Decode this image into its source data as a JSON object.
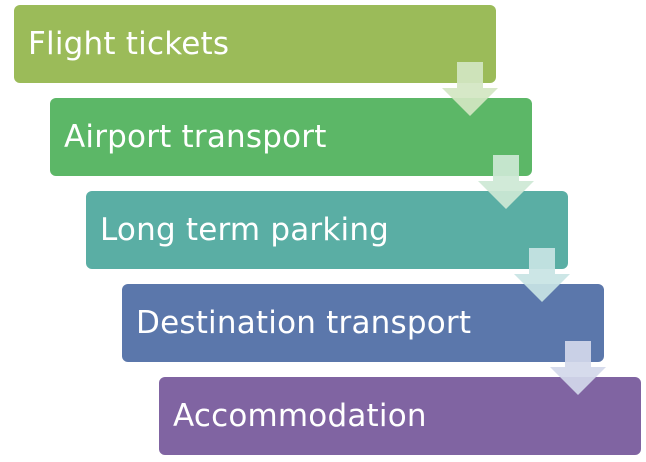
{
  "diagram": {
    "steps": [
      {
        "label": "Flight tickets",
        "color": "#9bbb59"
      },
      {
        "label": "Airport transport",
        "color": "#5cb767"
      },
      {
        "label": "Long term parking",
        "color": "#5aaeA4"
      },
      {
        "label": "Destination transport",
        "color": "#5b77ab"
      },
      {
        "label": "Accommodation",
        "color": "#8064a2"
      }
    ],
    "arrows": [
      {
        "color": "#d2e6c2"
      },
      {
        "color": "#cde8d5"
      },
      {
        "color": "#c8e4e4"
      },
      {
        "color": "#d3d8ea"
      }
    ]
  }
}
